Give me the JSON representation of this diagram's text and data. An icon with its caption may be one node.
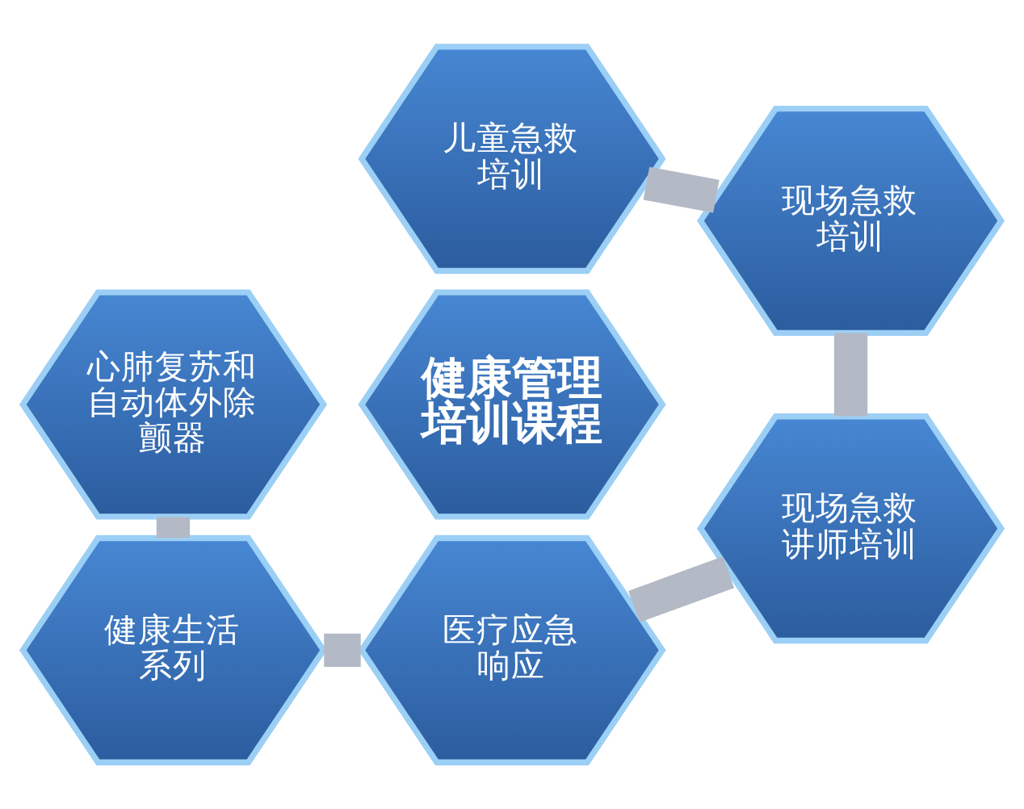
{
  "diagram": {
    "nodes": [
      {
        "text": [
          "儿童急救培训"
        ]
      },
      {
        "text": [
          "心肺复苏和自动体外除颤器"
        ]
      },
      {
        "text": [
          "现场急救培训"
        ]
      },
      {
        "text": [
          "健康管理培训课程"
        ]
      },
      {
        "text": [
          "健康生活系列"
        ]
      },
      {
        "text": [
          "现场急救讲师培训"
        ]
      },
      {
        "text": [
          "医疗应急响应"
        ]
      }
    ],
    "edges": [
      {
        "from": 0,
        "to": 2,
        "arrow": "none"
      },
      {
        "from": 2,
        "to": 5,
        "arrow": "none"
      },
      {
        "from": 6,
        "to": 5,
        "arrow": "none"
      },
      {
        "from": 4,
        "to": 6,
        "arrow": "none"
      },
      {
        "from": 1,
        "to": 4,
        "arrow": "none"
      }
    ]
  }
}
